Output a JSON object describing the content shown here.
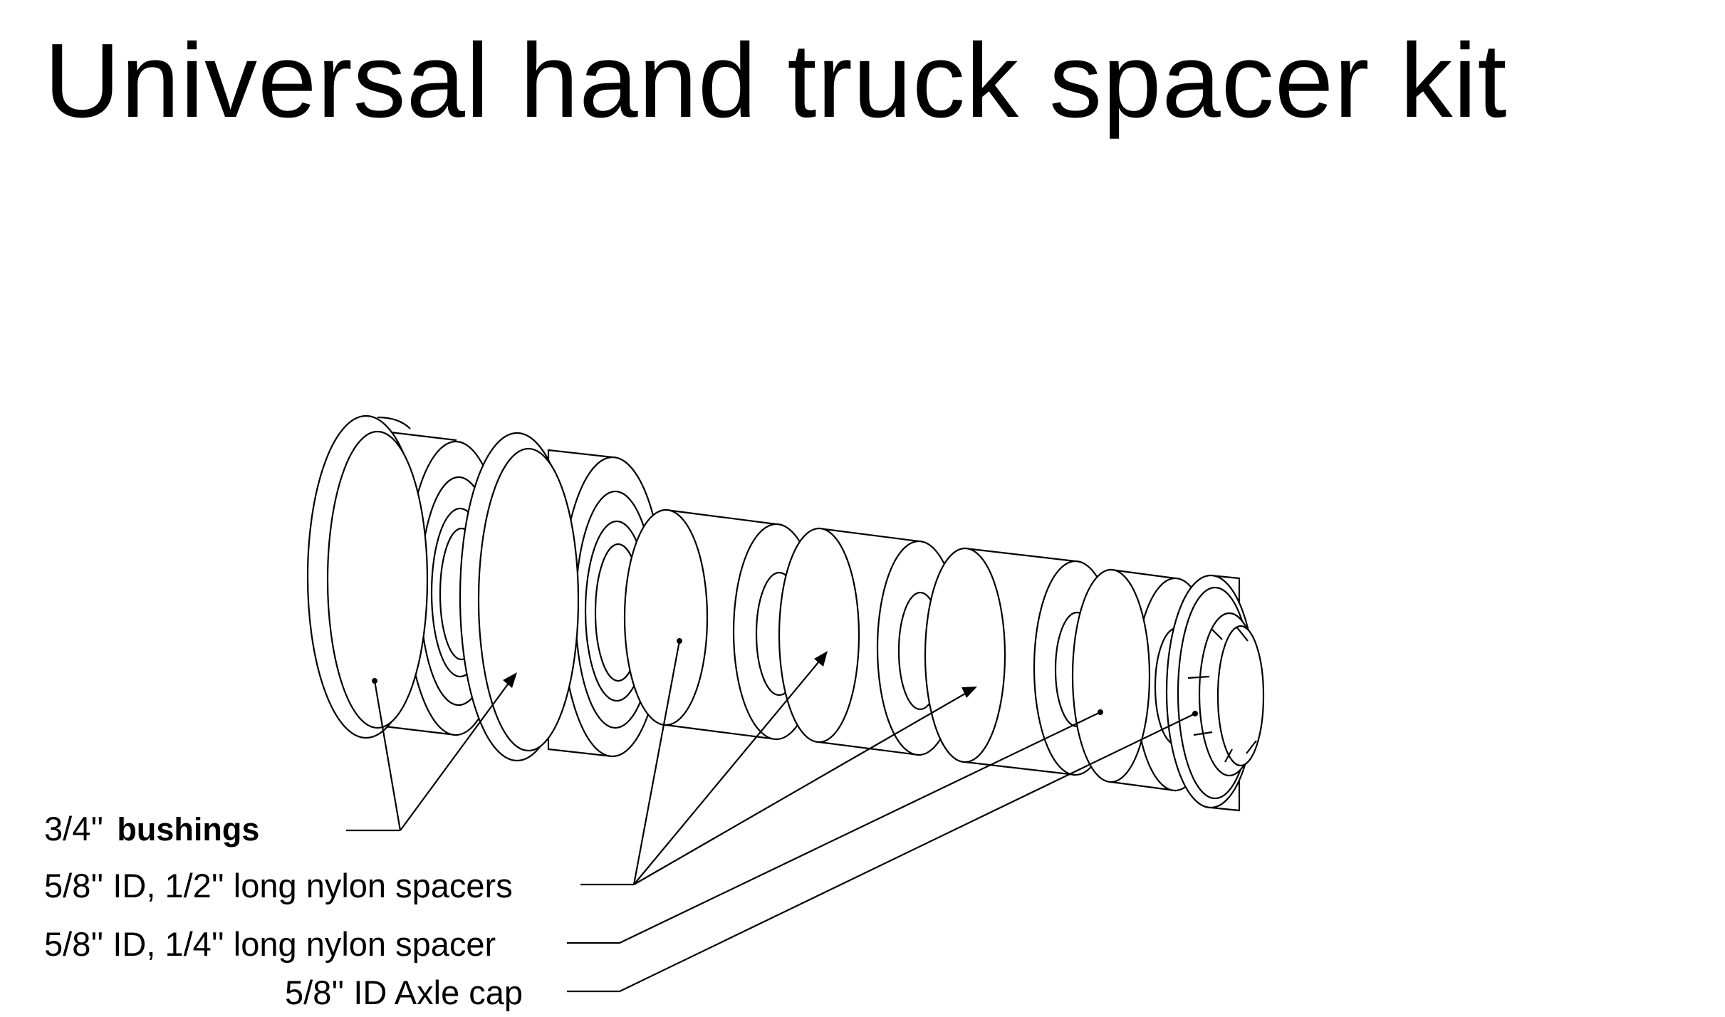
{
  "title": "Universal hand truck spacer kit",
  "callouts": {
    "bushings": {
      "size": "3/4''",
      "name": "bushings"
    },
    "half_inch_spacers": "5/8'' ID, 1/2'' long nylon spacers",
    "quarter_inch_spacer": "5/8'' ID, 1/4'' long nylon spacer",
    "axle_cap": "5/8'' ID Axle cap"
  }
}
